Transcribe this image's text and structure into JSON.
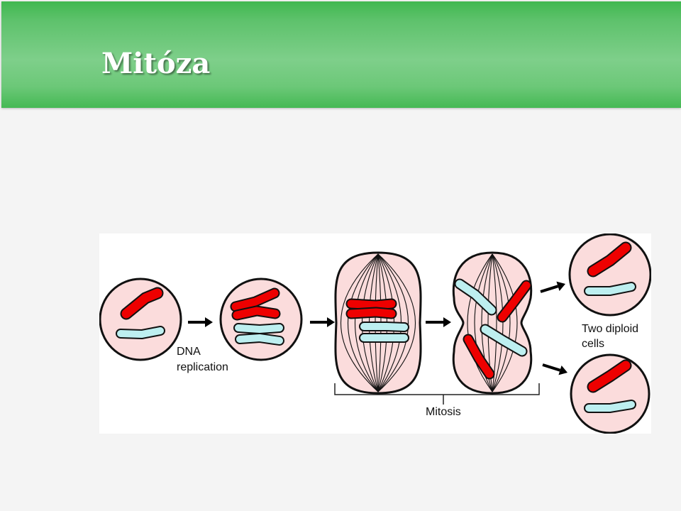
{
  "slide": {
    "title": "Mitóza"
  },
  "diagram": {
    "labels": {
      "dna_line1": "DNA",
      "dna_line2": "replication",
      "mitosis": "Mitosis",
      "cells_line1": "Two diploid",
      "cells_line2": "cells"
    },
    "colors": {
      "cell_fill": "#fbdcdc",
      "chromosome_red": "#ee0000",
      "chromosome_blue": "#bdeff0",
      "outline": "#111111"
    }
  }
}
